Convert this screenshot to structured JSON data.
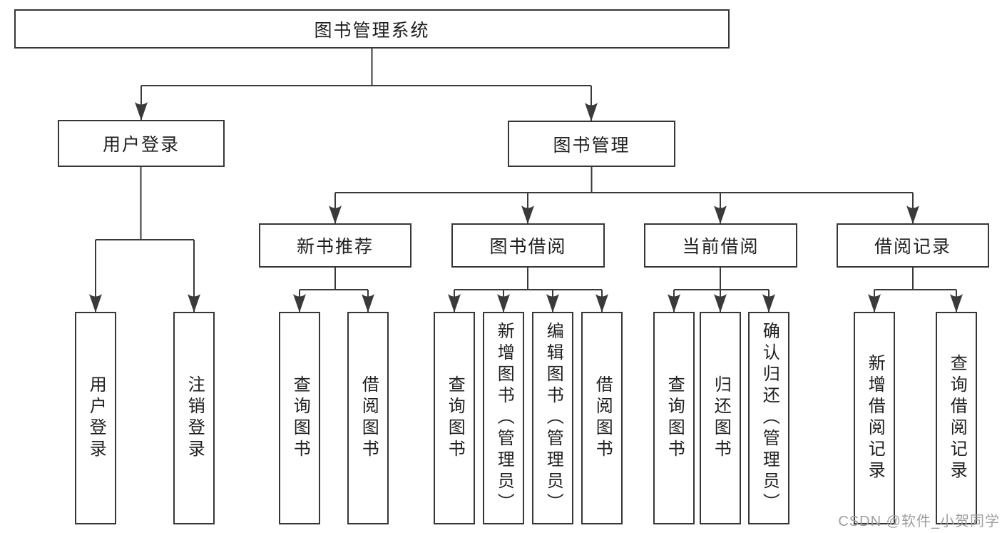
{
  "diagram": {
    "root": {
      "label": "图书管理系统"
    },
    "branches": [
      {
        "label": "用户登录",
        "children": [
          {
            "label": "用户登录"
          },
          {
            "label": "注销登录"
          }
        ]
      },
      {
        "label": "图书管理",
        "children": [
          {
            "label": "新书推荐",
            "children": [
              {
                "label": "查询图书"
              },
              {
                "label": "借阅图书"
              }
            ]
          },
          {
            "label": "图书借阅",
            "children": [
              {
                "label": "查询图书"
              },
              {
                "label": "新增图书（管理员）"
              },
              {
                "label": "编辑图书（管理员）"
              },
              {
                "label": "借阅图书"
              }
            ]
          },
          {
            "label": "当前借阅",
            "children": [
              {
                "label": "查询图书"
              },
              {
                "label": "归还图书"
              },
              {
                "label": "确认归还（管理员）"
              }
            ]
          },
          {
            "label": "借阅记录",
            "children": [
              {
                "label": "新增借阅记录"
              },
              {
                "label": "查询借阅记录"
              }
            ]
          }
        ]
      }
    ]
  },
  "watermark": {
    "text": "CSDN @软件_小贺同学"
  },
  "colors": {
    "background": "#ffffff",
    "box_border": "#363636",
    "line": "#3a3a3a",
    "text": "#1f1f1f",
    "watermark": "#9e9e9e"
  }
}
